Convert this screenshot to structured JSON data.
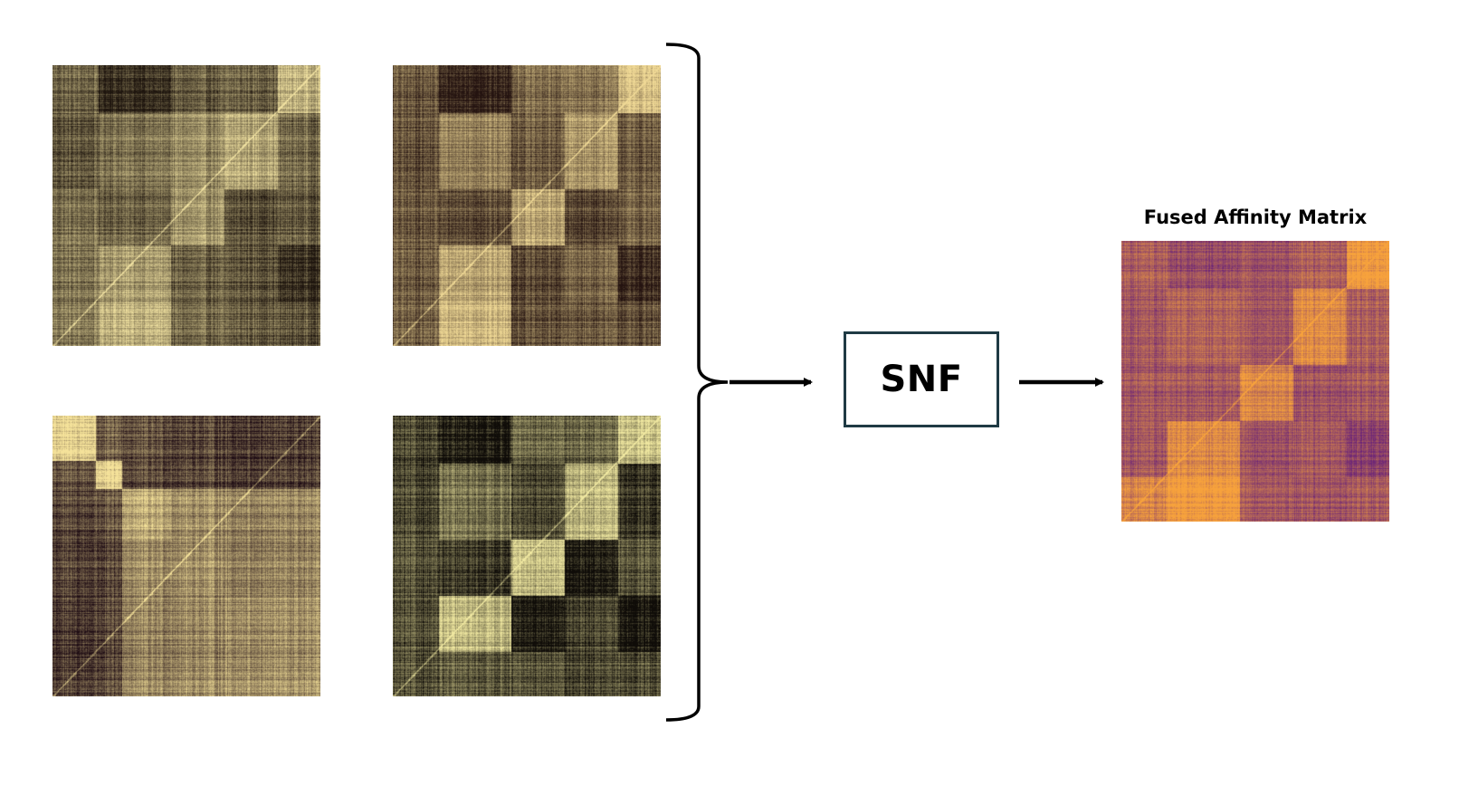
{
  "process": {
    "label": "SNF"
  },
  "output": {
    "title": "Fused Affinity Matrix"
  },
  "inputs": [
    {
      "id": "m1",
      "palette": {
        "dark": "#1e150e",
        "light": "#efe0a0"
      },
      "blocks": [
        0.0,
        0.17,
        0.44,
        0.64,
        0.84,
        1.0
      ],
      "intensity": [
        [
          0.4,
          0.15,
          0.35,
          0.4,
          0.8
        ],
        [
          0.3,
          0.45,
          0.55,
          0.7,
          0.4
        ],
        [
          0.45,
          0.4,
          0.62,
          0.3,
          0.35
        ],
        [
          0.45,
          0.65,
          0.35,
          0.3,
          0.12
        ],
        [
          0.5,
          0.78,
          0.4,
          0.35,
          0.3
        ]
      ]
    },
    {
      "id": "m2",
      "palette": {
        "dark": "#241310",
        "light": "#efd895"
      },
      "blocks": [
        0.0,
        0.17,
        0.44,
        0.64,
        0.84,
        1.0
      ],
      "intensity": [
        [
          0.35,
          0.1,
          0.45,
          0.5,
          0.9
        ],
        [
          0.3,
          0.55,
          0.35,
          0.65,
          0.35
        ],
        [
          0.35,
          0.3,
          0.72,
          0.25,
          0.4
        ],
        [
          0.35,
          0.72,
          0.25,
          0.4,
          0.1
        ],
        [
          0.4,
          0.85,
          0.3,
          0.35,
          0.3
        ]
      ]
    },
    {
      "id": "m3",
      "palette": {
        "dark": "#1e0c14",
        "light": "#f5e29a"
      },
      "blocks": [
        0.0,
        0.16,
        0.26,
        0.44,
        0.64,
        1.0
      ],
      "intensity": [
        [
          0.92,
          0.35,
          0.3,
          0.25,
          0.2
        ],
        [
          0.3,
          0.9,
          0.25,
          0.25,
          0.2
        ],
        [
          0.25,
          0.3,
          0.72,
          0.6,
          0.55
        ],
        [
          0.25,
          0.25,
          0.6,
          0.62,
          0.55
        ],
        [
          0.2,
          0.25,
          0.55,
          0.58,
          0.6
        ]
      ]
    },
    {
      "id": "m4",
      "palette": {
        "dark": "#0f0c08",
        "light": "#efe7a0"
      },
      "blocks": [
        0.0,
        0.17,
        0.44,
        0.64,
        0.84,
        1.0
      ],
      "intensity": [
        [
          0.25,
          0.05,
          0.4,
          0.4,
          0.85
        ],
        [
          0.25,
          0.45,
          0.25,
          0.75,
          0.2
        ],
        [
          0.3,
          0.2,
          0.78,
          0.05,
          0.35
        ],
        [
          0.3,
          0.78,
          0.05,
          0.25,
          0.05
        ],
        [
          0.3,
          0.35,
          0.3,
          0.25,
          0.3
        ]
      ]
    }
  ],
  "fused": {
    "id": "mf",
    "palette": {
      "dark": "#6b2478",
      "light": "#f7a23c"
    },
    "blocks": [
      0.0,
      0.17,
      0.44,
      0.64,
      0.84,
      1.0
    ],
    "intensity": [
      [
        0.45,
        0.3,
        0.35,
        0.45,
        0.95
      ],
      [
        0.4,
        0.5,
        0.4,
        0.8,
        0.45
      ],
      [
        0.4,
        0.4,
        0.78,
        0.35,
        0.4
      ],
      [
        0.4,
        0.8,
        0.35,
        0.4,
        0.2
      ],
      [
        0.75,
        0.95,
        0.4,
        0.35,
        0.4
      ]
    ]
  }
}
